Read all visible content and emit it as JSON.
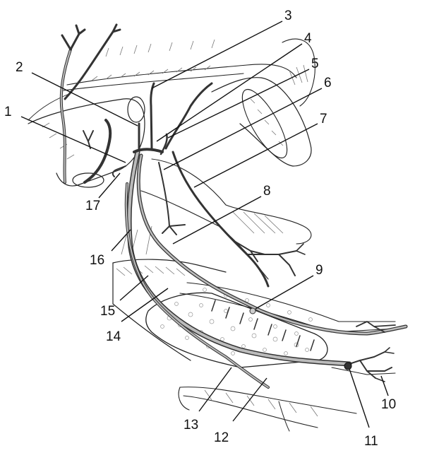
{
  "diagram": {
    "labels": [
      {
        "id": "1",
        "text": "1"
      },
      {
        "id": "2",
        "text": "2"
      },
      {
        "id": "3",
        "text": "3"
      },
      {
        "id": "4",
        "text": "4"
      },
      {
        "id": "5",
        "text": "5"
      },
      {
        "id": "6",
        "text": "6"
      },
      {
        "id": "7",
        "text": "7"
      },
      {
        "id": "8",
        "text": "8"
      },
      {
        "id": "9",
        "text": "9"
      },
      {
        "id": "10",
        "text": "10"
      },
      {
        "id": "11",
        "text": "11"
      },
      {
        "id": "12",
        "text": "12"
      },
      {
        "id": "13",
        "text": "13"
      },
      {
        "id": "14",
        "text": "14"
      },
      {
        "id": "15",
        "text": "15"
      },
      {
        "id": "16",
        "text": "16"
      },
      {
        "id": "17",
        "text": "17"
      }
    ]
  }
}
